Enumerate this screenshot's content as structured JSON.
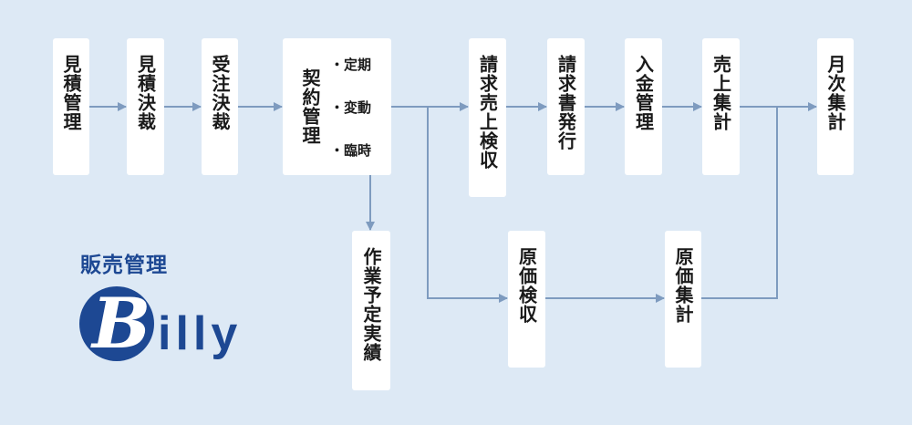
{
  "steps": {
    "mitsumori_kanri": "見積管理",
    "mitsumori_kessai": "見積決裁",
    "juchu_kessai": "受注決裁",
    "keiyaku_kanri": "契約管理",
    "seikyu_uriage_kenshu": "請求売上検収",
    "seikyusho_hakko": "請求書発行",
    "nyukin_kanri": "入金管理",
    "uriage_shukei": "売上集計",
    "getsuji_shukei": "月次集計",
    "sagyo_yotei_jisseki": "作業予定実績",
    "genka_kenshu": "原価検収",
    "genka_shukei": "原価集計"
  },
  "contract_types": [
    "・定期",
    "・変動",
    "・臨時"
  ],
  "brand": {
    "title": "販売管理",
    "logo_text": "Billy"
  },
  "colors": {
    "background": "#dde9f5",
    "box": "#ffffff",
    "arrow": "#7e9bbf",
    "brand": "#1d4893"
  }
}
